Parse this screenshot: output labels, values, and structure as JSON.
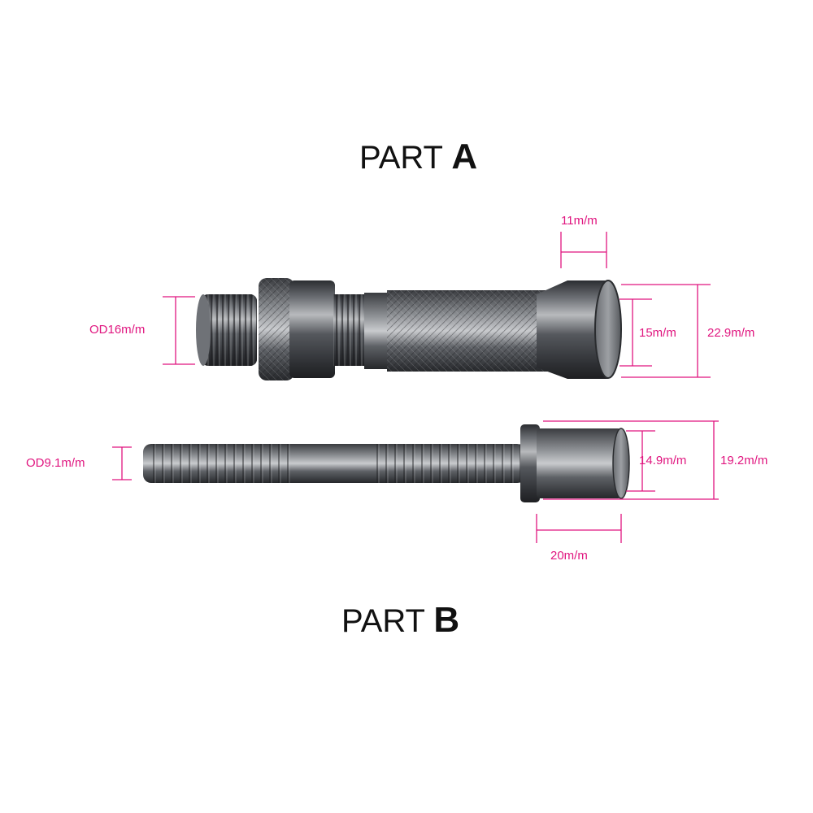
{
  "colors": {
    "dimension": "#e0157f",
    "metal_dark": "#3c3e42",
    "metal_light": "#9a9ca0",
    "title": "#111111"
  },
  "part_a": {
    "title_prefix": "PART ",
    "title_letter": "A",
    "dims": {
      "od": "OD16m/m",
      "length": "11m/m",
      "inner": "15m/m",
      "outer": "22.9m/m"
    }
  },
  "part_b": {
    "title_prefix": "PART ",
    "title_letter": "B",
    "dims": {
      "od": "OD9.1m/m",
      "inner": "14.9m/m",
      "outer": "19.2m/m",
      "length": "20m/m"
    }
  }
}
